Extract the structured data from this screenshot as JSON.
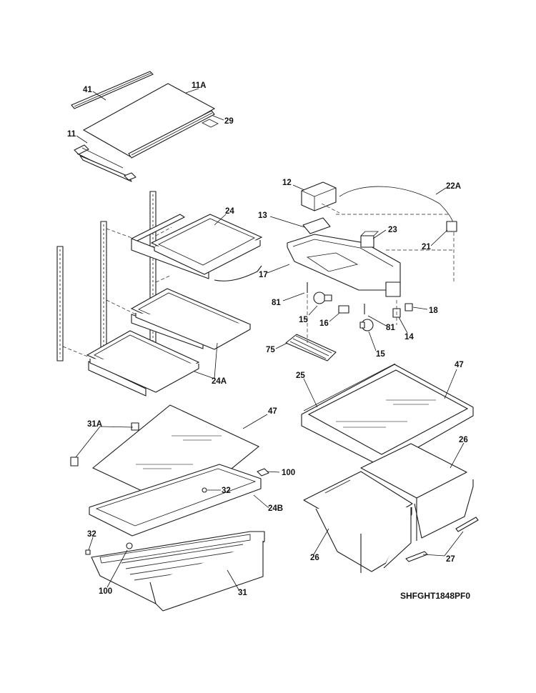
{
  "drawing_code": "SHFGHT1848PF0",
  "labels": {
    "l41": "41",
    "l11A": "11A",
    "l29": "29",
    "l11": "11",
    "l12": "12",
    "l22A": "22A",
    "l13": "13",
    "l23": "23",
    "l21": "21",
    "l24": "24",
    "l17": "17",
    "l81a": "81",
    "l15a": "15",
    "l16": "16",
    "l81b": "81",
    "l18": "18",
    "l14": "14",
    "l75": "75",
    "l15b": "15",
    "l24A": "24A",
    "l25": "25",
    "l47a": "47",
    "l31A": "31A",
    "l47b": "47",
    "l100a": "100",
    "l32a": "32",
    "l24B": "24B",
    "l32b": "32",
    "l100b": "100",
    "l31": "31",
    "l26a": "26",
    "l26b": "26",
    "l27": "27"
  },
  "colors": {
    "line": "#1a1a1a",
    "background": "#ffffff"
  }
}
